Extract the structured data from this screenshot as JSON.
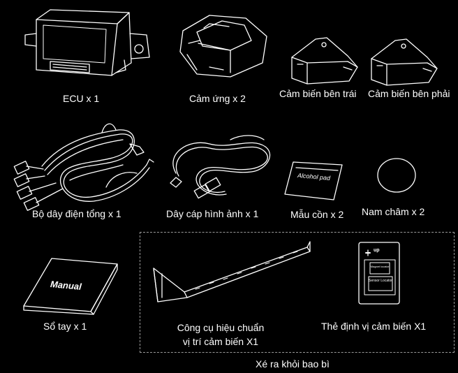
{
  "items": {
    "ecu": "ECU x 1",
    "sensor_touch": "Cảm ứng x 2",
    "sensor_left": "Cảm biến bên trái",
    "sensor_right": "Cảm biến bên phải",
    "main_harness": "Bộ dây điện tổng x 1",
    "video_cable": "Dây cáp hình ảnh x 1",
    "alcohol_pad": "Mẫu cồn x 2",
    "magnet": "Nam châm x 2",
    "manual": "Sổ tay x 1",
    "calib_tool_l1": "Công cụ hiệu chuẩn",
    "calib_tool_l2": "vị trí cảm biến X1",
    "locator_card": "Thẻ định vị cảm biến X1"
  },
  "art_text": {
    "alcohol_pad": "Alcohol pad",
    "manual_cover": "Manual",
    "card_up": "up",
    "card_magnet": "Magnet locator",
    "card_sensor": "Sensor Locator"
  },
  "footer": "Xé ra khỏi bao bì",
  "colors": {
    "background": "#000000",
    "line": "#ffffff",
    "dashed": "#9a9a9a"
  }
}
